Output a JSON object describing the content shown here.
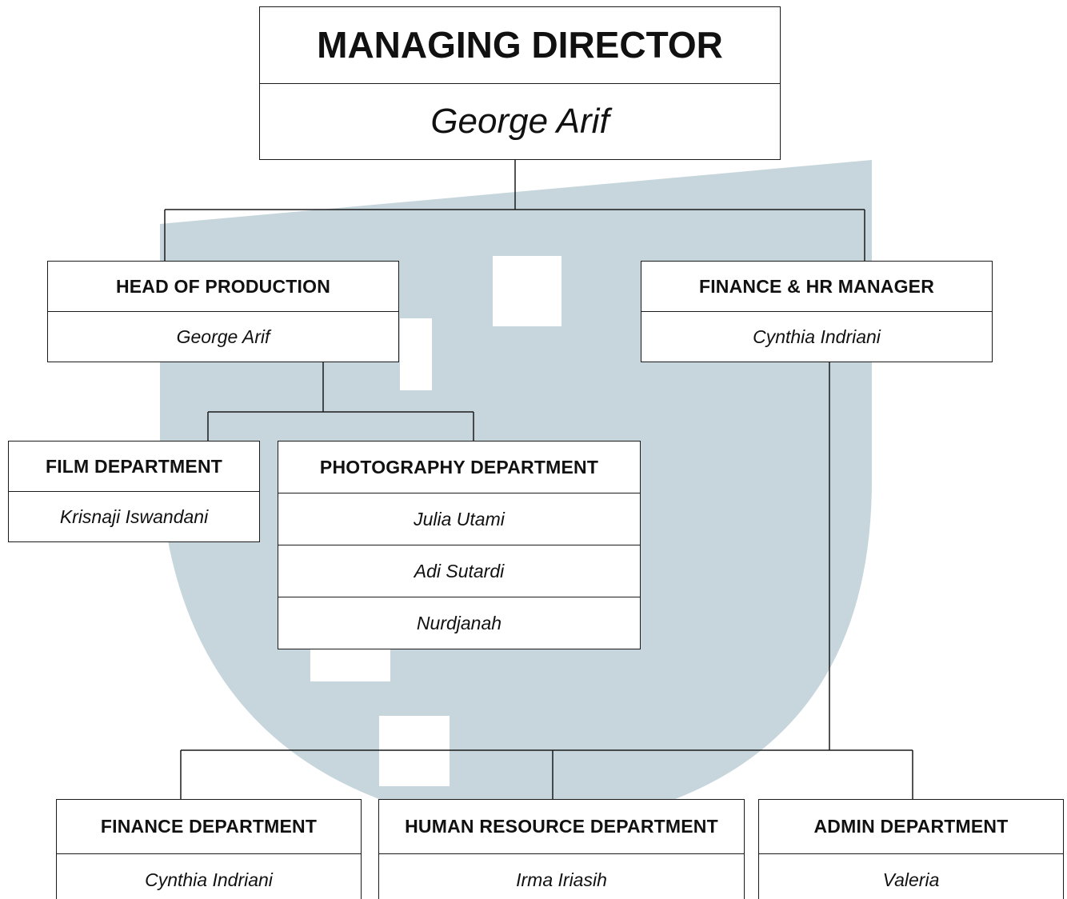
{
  "managing_director": {
    "title": "MANAGING DIRECTOR",
    "name": "George Arif"
  },
  "head_of_production": {
    "title": "HEAD OF PRODUCTION",
    "name": "George Arif"
  },
  "finance_hr_manager": {
    "title": "FINANCE & HR MANAGER",
    "name": "Cynthia Indriani"
  },
  "film_department": {
    "title": "FILM DEPARTMENT",
    "name": "Krisnaji Iswandani"
  },
  "photography_department": {
    "title": "PHOTOGRAPHY DEPARTMENT",
    "members": [
      "Julia Utami",
      "Adi Sutardi",
      "Nurdjanah"
    ]
  },
  "finance_department": {
    "title": "FINANCE DEPARTMENT",
    "name": "Cynthia Indriani"
  },
  "human_resource_department": {
    "title": "HUMAN RESOURCE DEPARTMENT",
    "name": "Irma Iriasih"
  },
  "admin_department": {
    "title": "ADMIN DEPARTMENT",
    "name": "Valeria"
  },
  "colors": {
    "watermark": "#c3d4da",
    "line": "#1a1a1a",
    "text": "#111111"
  }
}
